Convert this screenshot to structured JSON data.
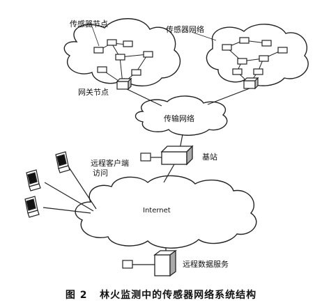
{
  "labels": {
    "sensor_node": "传感器节点",
    "sensor_network": "传感器网络",
    "gateway_node": "网关节点",
    "transport_network": "传输网络",
    "base_station": "基站",
    "remote_client_access_line1": "远程客户端",
    "remote_client_access_line2": "访问",
    "internet": "Internet",
    "remote_data_service": "远程数据服务"
  },
  "caption": {
    "figure_number": "图 2",
    "title": "林火监测中的传感器网络系统结构"
  }
}
